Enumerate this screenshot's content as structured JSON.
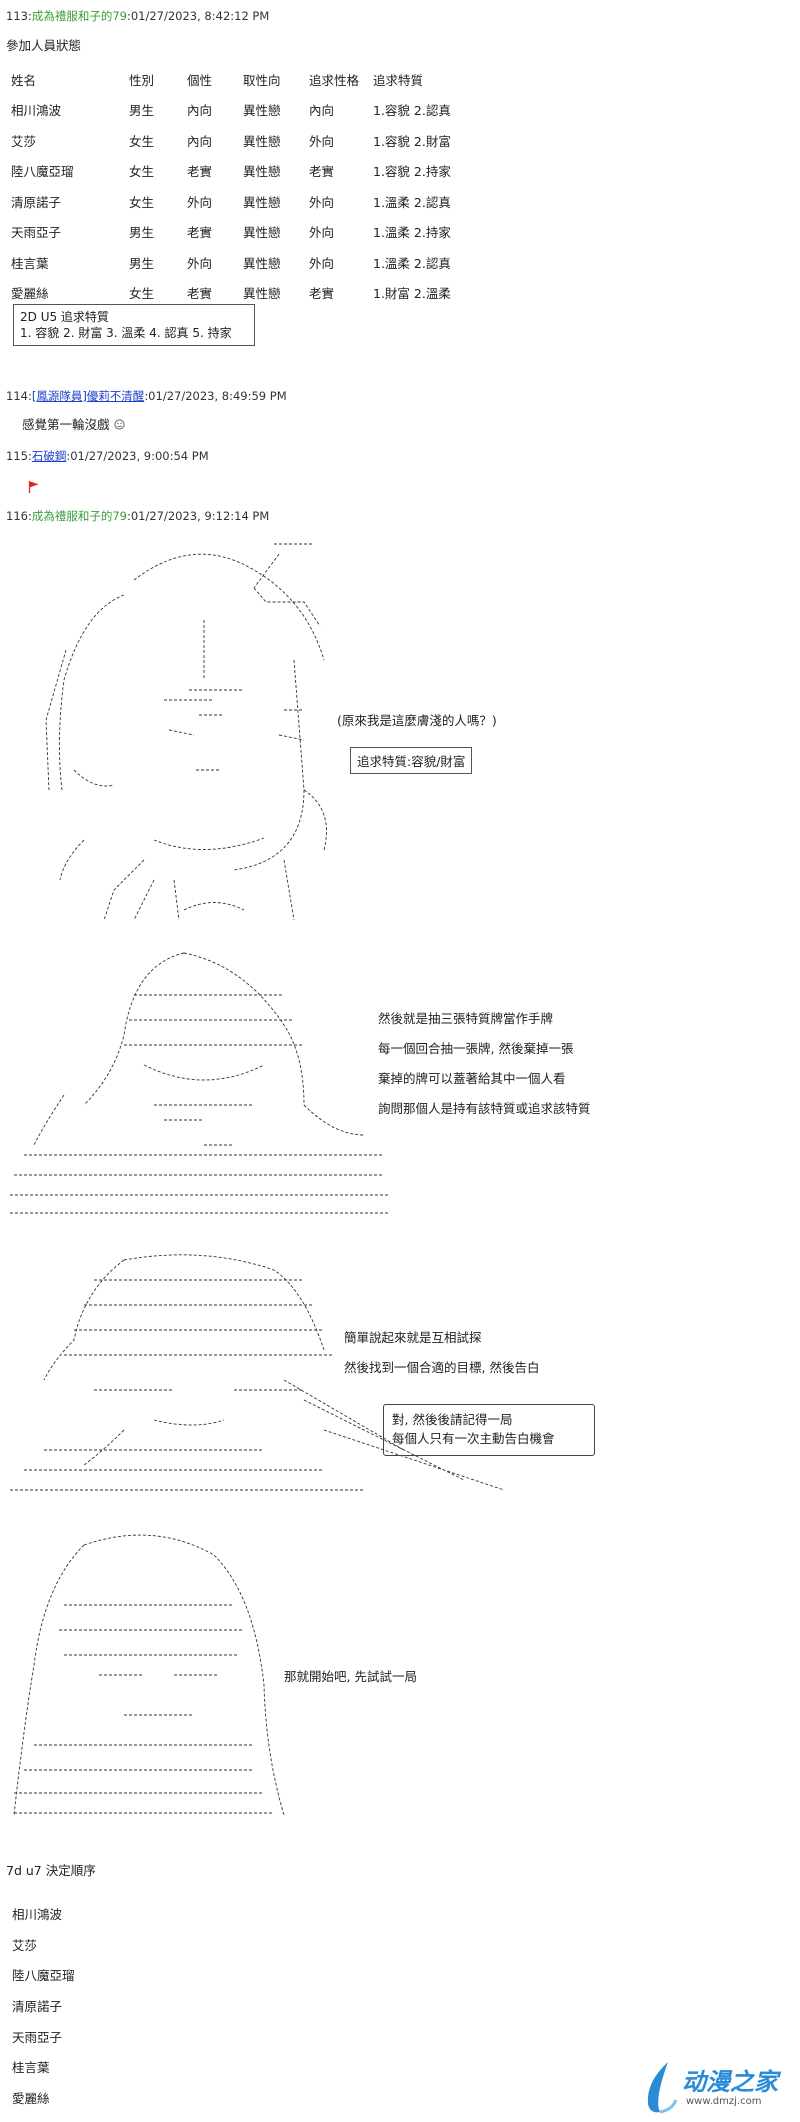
{
  "posts": {
    "p113": {
      "num": "113:",
      "author": "成為禮服和子的79",
      "date": ":01/27/2023, 8:42:12 PM"
    },
    "p114": {
      "num": "114:",
      "author": "[鳳源隊員]優莉不清醒",
      "date": ":01/27/2023, 8:49:59 PM",
      "body": "感覺第一輪沒戲"
    },
    "p115": {
      "num": "115:",
      "author": "石破鋼",
      "date": ":01/27/2023, 9:00:54 PM"
    },
    "p116": {
      "num": "116:",
      "author": "成為禮服和子的79",
      "date": ":01/27/2023, 9:12:14 PM"
    }
  },
  "status_title": "參加人員狀態",
  "status_table": {
    "headers": [
      "姓名",
      "性別",
      "個性",
      "取性向",
      "追求性格",
      "追求特質"
    ],
    "rows": [
      [
        "相川鴻波",
        "男生",
        "內向",
        "異性戀",
        "內向",
        "1.容貌 2.認真"
      ],
      [
        "艾莎",
        "女生",
        "內向",
        "異性戀",
        "外向",
        "1.容貌 2.財富"
      ],
      [
        "陸八魔亞瑠",
        "女生",
        "老實",
        "異性戀",
        "老實",
        "1.容貌 2.持家"
      ],
      [
        "清原諾子",
        "女生",
        "外向",
        "異性戀",
        "外向",
        "1.溫柔 2.認真"
      ],
      [
        "天雨亞子",
        "男生",
        "老實",
        "異性戀",
        "外向",
        "1.溫柔 2.持家"
      ],
      [
        "桂言葉",
        "男生",
        "外向",
        "異性戀",
        "外向",
        "1.溫柔 2.認真"
      ],
      [
        "愛麗絲",
        "女生",
        "老實",
        "異性戀",
        "老實",
        "1.財富 2.溫柔"
      ]
    ]
  },
  "dice_box": {
    "line1": "2D U5 追求特質",
    "line2": "1. 容貌 2. 財富 3. 溫柔 4. 認真 5. 持家"
  },
  "scene1": {
    "thought": "(原來我是這麼膚淺的人嗎？)",
    "boxed": "追求特質:容貌/財富"
  },
  "scene2": {
    "lines": [
      "然後就是抽三張特質牌當作手牌",
      "每一個回合抽一張牌, 然後棄掉一張",
      "棄掉的牌可以蓋著給其中一個人看",
      "詢問那個人是持有該特質或追求該特質"
    ]
  },
  "scene3": {
    "lines": [
      "簡單說起來就是互相試探",
      "然後找到一個合適的目標, 然後告白"
    ],
    "box_line1": "對, 然後後請記得一局",
    "box_line2": "每個人只有一次主動告白機會"
  },
  "scene4": {
    "line": "那就開始吧, 先試試一局"
  },
  "order": {
    "title": "7d u7  決定順序",
    "items": [
      "相川鴻波",
      "艾莎",
      "陸八魔亞瑠",
      "清原諾子",
      "天雨亞子",
      "桂言葉",
      "愛麗絲"
    ]
  },
  "watermark": {
    "text": "动漫之家",
    "url": "www.dmzj.com"
  },
  "colors": {
    "author_green": "#3a9c3a",
    "link_blue": "#1a3fcf",
    "flag_red": "#e02020",
    "watermark_blue": "#2a8bd6"
  },
  "icons": {
    "emoji": "face-icon",
    "flag": "flag-icon",
    "logo": "brush-stroke-logo"
  }
}
